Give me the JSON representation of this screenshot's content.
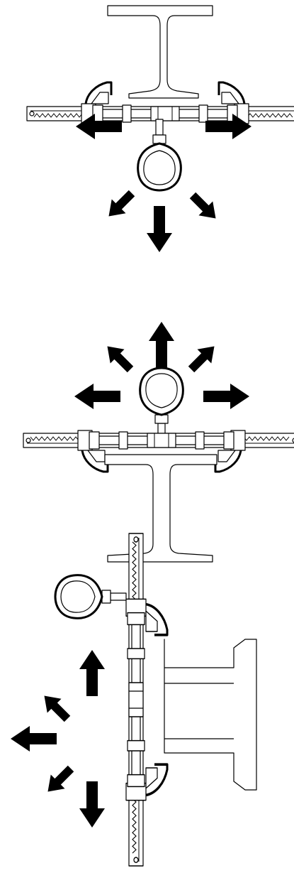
{
  "figures": [
    {
      "id": "beam-below-anchor-top",
      "arrows": [
        "left",
        "right",
        "down",
        "down-left",
        "down-right"
      ]
    },
    {
      "id": "beam-below-anchor-bottom",
      "arrows": [
        "up",
        "up-left",
        "up-right",
        "left",
        "right"
      ]
    },
    {
      "id": "beam-vertical-anchor-side",
      "arrows": [
        "up",
        "up-left",
        "left",
        "down-left",
        "down"
      ]
    }
  ],
  "colors": {
    "line": "#000000",
    "fill": "#ffffff"
  },
  "icons": [
    "beam-clamp-icon",
    "i-beam-icon",
    "d-ring-icon",
    "direction-arrow-icon"
  ]
}
